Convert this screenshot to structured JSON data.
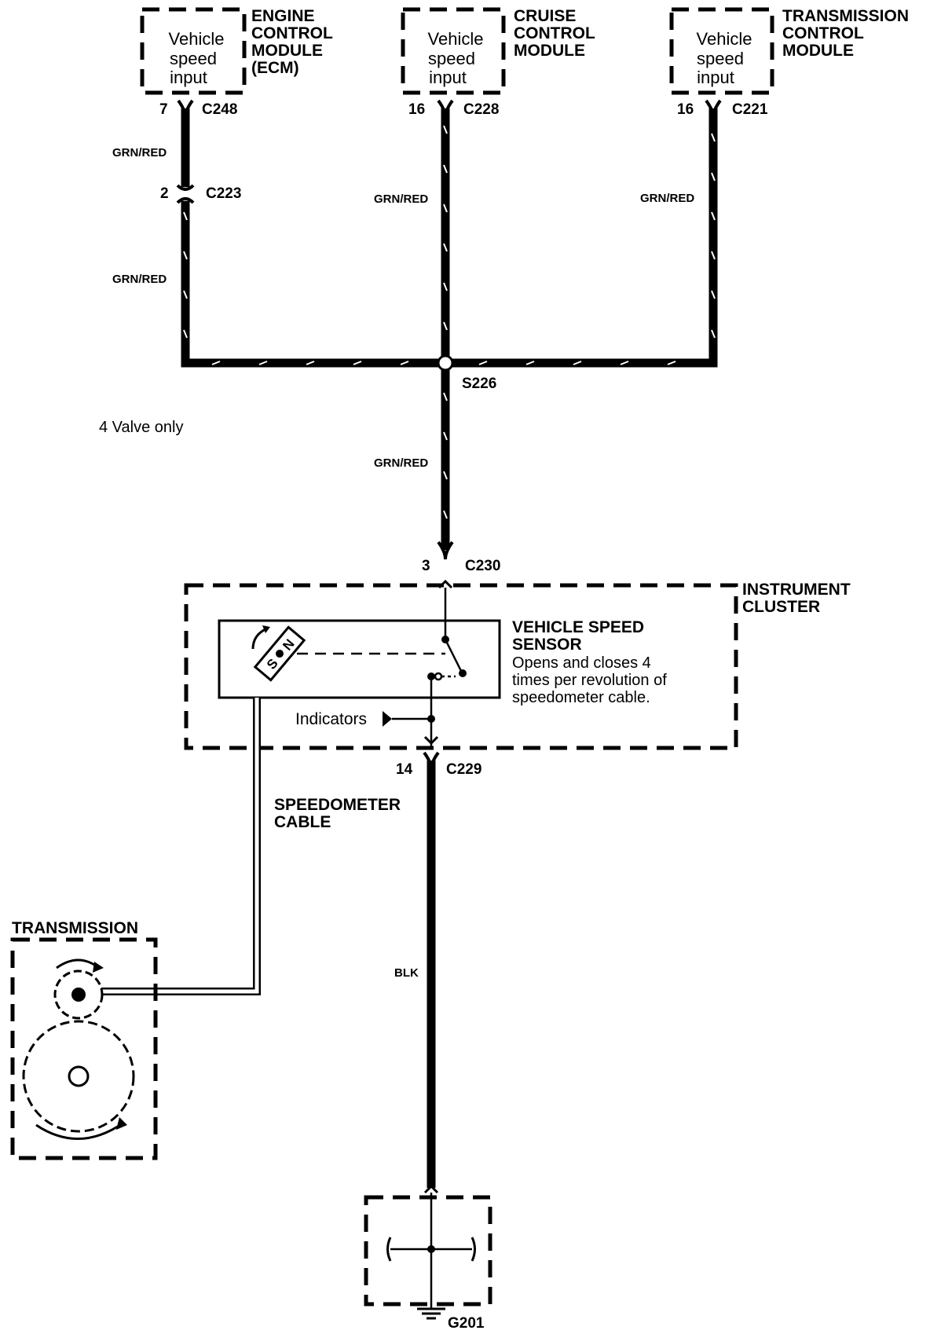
{
  "modules": {
    "ecm": {
      "inner": [
        "Vehicle",
        "speed",
        "input"
      ],
      "title": [
        "ENGINE",
        "CONTROL",
        "MODULE",
        "(ECM)"
      ]
    },
    "ccm": {
      "inner": [
        "Vehicle",
        "speed",
        "input"
      ],
      "title": [
        "CRUISE",
        "CONTROL",
        "MODULE"
      ]
    },
    "tcm": {
      "inner": [
        "Vehicle",
        "speed",
        "input"
      ],
      "title": [
        "TRANSMISSION",
        "CONTROL",
        "MODULE"
      ]
    }
  },
  "connectors": {
    "c248": {
      "pin": "7",
      "name": "C248"
    },
    "c223": {
      "pin": "2",
      "name": "C223"
    },
    "c228": {
      "pin": "16",
      "name": "C228"
    },
    "c221": {
      "pin": "16",
      "name": "C221"
    },
    "c230": {
      "pin": "3",
      "name": "C230"
    },
    "c229": {
      "pin": "14",
      "name": "C229"
    }
  },
  "wires": {
    "ecm_upper": "GRN/RED",
    "ecm_lower": "GRN/RED",
    "ccm": "GRN/RED",
    "tcm": "GRN/RED",
    "trunk": "GRN/RED",
    "ground": "BLK"
  },
  "splice": "S226",
  "note": "4 Valve only",
  "cluster": {
    "title": [
      "INSTRUMENT",
      "CLUSTER"
    ]
  },
  "sensor": {
    "title": [
      "VEHICLE SPEED",
      "SENSOR"
    ],
    "desc": [
      "Opens and closes 4",
      "times per revolution of",
      "speedometer cable."
    ],
    "magnet_letters": [
      "S",
      "N"
    ]
  },
  "indicators": "Indicators",
  "speedo_cable": [
    "SPEEDOMETER",
    "CABLE"
  ],
  "transmission": "TRANSMISSION",
  "ground": "G201"
}
